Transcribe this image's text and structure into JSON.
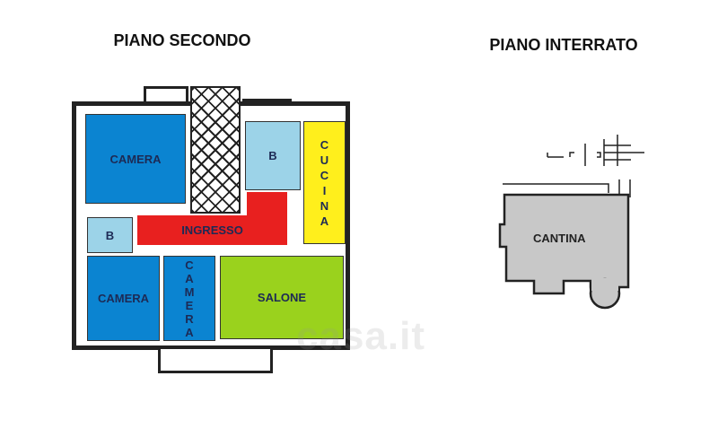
{
  "titles": {
    "floor_second": "PIANO SECONDO",
    "basement": "PIANO INTERRATO"
  },
  "rooms": {
    "camera_top": "CAMERA",
    "bath_top": "B",
    "kitchen_letters": [
      "C",
      "U",
      "C",
      "I",
      "N",
      "A"
    ],
    "bath_small": "B",
    "entrance": "INGRESSO",
    "camera_bottom_left": "CAMERA",
    "camera_vertical_letters": [
      "C",
      "A",
      "M",
      "E",
      "R",
      "A"
    ],
    "living": "SALONE",
    "cellar": "CANTINA"
  },
  "colors": {
    "camera": "#0b84d1",
    "bath": "#9cd3e8",
    "kitchen": "#ffef1c",
    "entrance": "#e8201f",
    "living": "#9ad21d",
    "cellar": "#c8c8c8"
  },
  "watermark": "casa.it"
}
